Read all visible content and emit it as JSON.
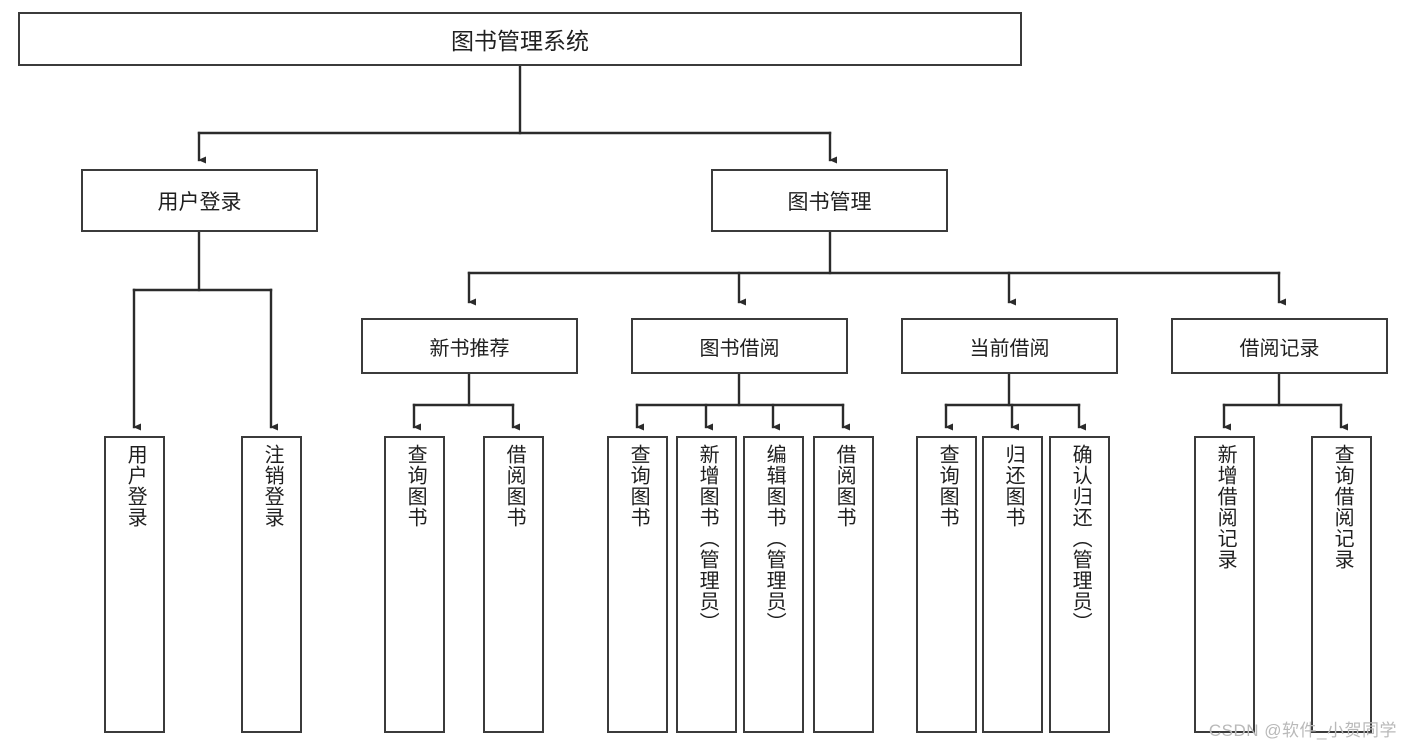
{
  "diagram": {
    "title": "图书管理系统",
    "type": "tree-hierarchy",
    "watermark": "CSDN @软件_小贺同学",
    "colors": {
      "background": "#ffffff",
      "stroke": "#3b3b3b",
      "text": "#1f1f1f",
      "watermark": "#b9b9b9"
    },
    "root": {
      "label": "图书管理系统"
    },
    "level2": [
      {
        "label": "用户登录"
      },
      {
        "label": "图书管理"
      }
    ],
    "level3": [
      {
        "label": "新书推荐"
      },
      {
        "label": "图书借阅"
      },
      {
        "label": "当前借阅"
      },
      {
        "label": "借阅记录"
      }
    ],
    "leaves": {
      "user_login": [
        {
          "label": "用户登录"
        },
        {
          "label": "注销登录"
        }
      ],
      "new_book_recommend": [
        {
          "label": "查询图书"
        },
        {
          "label": "借阅图书"
        }
      ],
      "book_borrow": [
        {
          "label": "查询图书"
        },
        {
          "label": "新增图书（管理员）"
        },
        {
          "label": "编辑图书（管理员）"
        },
        {
          "label": "借阅图书"
        }
      ],
      "current_borrow": [
        {
          "label": "查询图书"
        },
        {
          "label": "归还图书"
        },
        {
          "label": "确认归还（管理员）"
        }
      ],
      "borrow_record": [
        {
          "label": "新增借阅记录"
        },
        {
          "label": "查询借阅记录"
        }
      ]
    }
  }
}
